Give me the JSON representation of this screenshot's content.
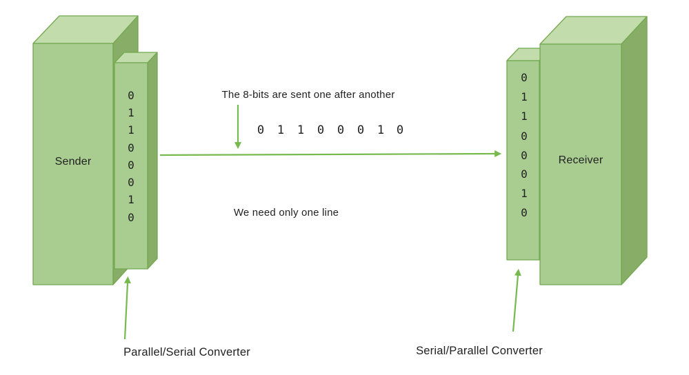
{
  "colors": {
    "face_front": "#A9CD90",
    "face_top": "#C3DCAC",
    "face_side": "#88AD67",
    "edge": "#72A84F",
    "arrow": "#76B94D",
    "text": "#212121"
  },
  "sender": {
    "label": "Sender"
  },
  "receiver": {
    "label": "Receiver"
  },
  "sender_converter": {
    "label": "Parallel/Serial Converter",
    "bits": [
      "0",
      "1",
      "1",
      "0",
      "0",
      "0",
      "1",
      "0"
    ]
  },
  "receiver_converter": {
    "label": "Serial/Parallel Converter",
    "bits": [
      "0",
      "1",
      "1",
      "0",
      "0",
      "0",
      "1",
      "0"
    ]
  },
  "channel": {
    "annotation_top": "The 8-bits are sent one after another",
    "annotation_bottom": "We need only one line",
    "serial_bits": [
      "0",
      "1",
      "1",
      "0",
      "0",
      "0",
      "1",
      "0"
    ]
  }
}
